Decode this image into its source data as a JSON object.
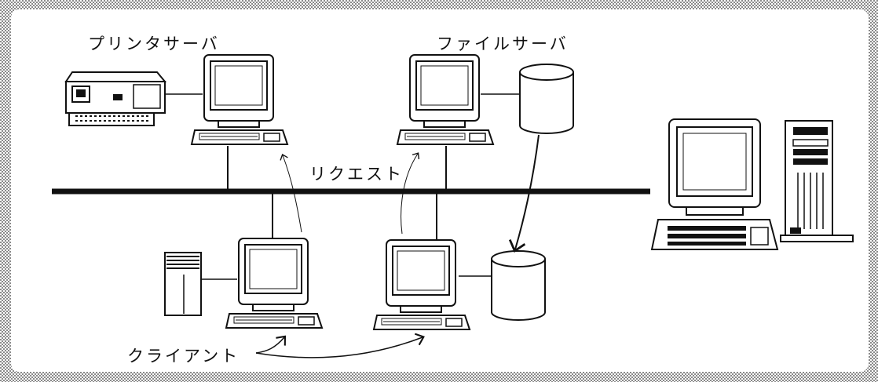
{
  "labels": {
    "print_server": "プリンタサーバ",
    "file_server": "ファイルサーバ",
    "request": "リクエスト",
    "client": "クライアント"
  },
  "colors": {
    "ink": "#111111",
    "frame": "#9a9a9a",
    "background": "#ffffff"
  }
}
